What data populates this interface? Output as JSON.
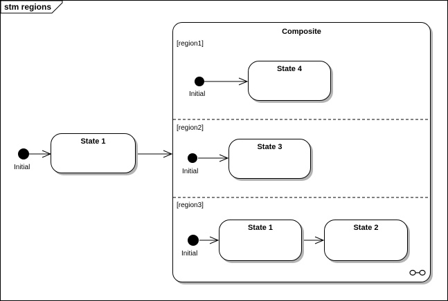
{
  "frame": {
    "title": "stm regions"
  },
  "composite": {
    "title": "Composite",
    "decomposition_indicator": "infinity-icon"
  },
  "outer": {
    "initial_label": "Initial",
    "state_label": "State 1"
  },
  "regions": [
    {
      "label": "[region1]",
      "initial_label": "Initial",
      "states": [
        "State 4"
      ]
    },
    {
      "label": "[region2]",
      "initial_label": "Initial",
      "states": [
        "State 3"
      ]
    },
    {
      "label": "[region3]",
      "initial_label": "Initial",
      "states": [
        "State 1",
        "State 2"
      ]
    }
  ],
  "colors": {
    "line": "#000000",
    "fill": "#ffffff",
    "shadow": "#b4b4b4",
    "text": "#000000",
    "background": "#ffffff"
  }
}
